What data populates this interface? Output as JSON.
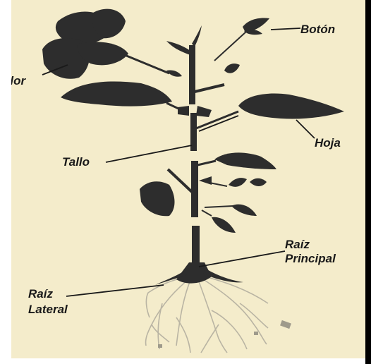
{
  "labels": {
    "flower": "Flor",
    "bud": "Botón",
    "leaf": "Hoja",
    "stem": "Tallo",
    "main_root_line1": "Raíz",
    "main_root_line2": "Principal",
    "lateral_root_line1": "Raíz",
    "lateral_root_line2": "Lateral"
  },
  "colors": {
    "background": "#f4eccb",
    "plant": "#2d2d2d",
    "root": "#b9b4a3",
    "label": "#1a1a1a",
    "right_bar": "#000000"
  }
}
